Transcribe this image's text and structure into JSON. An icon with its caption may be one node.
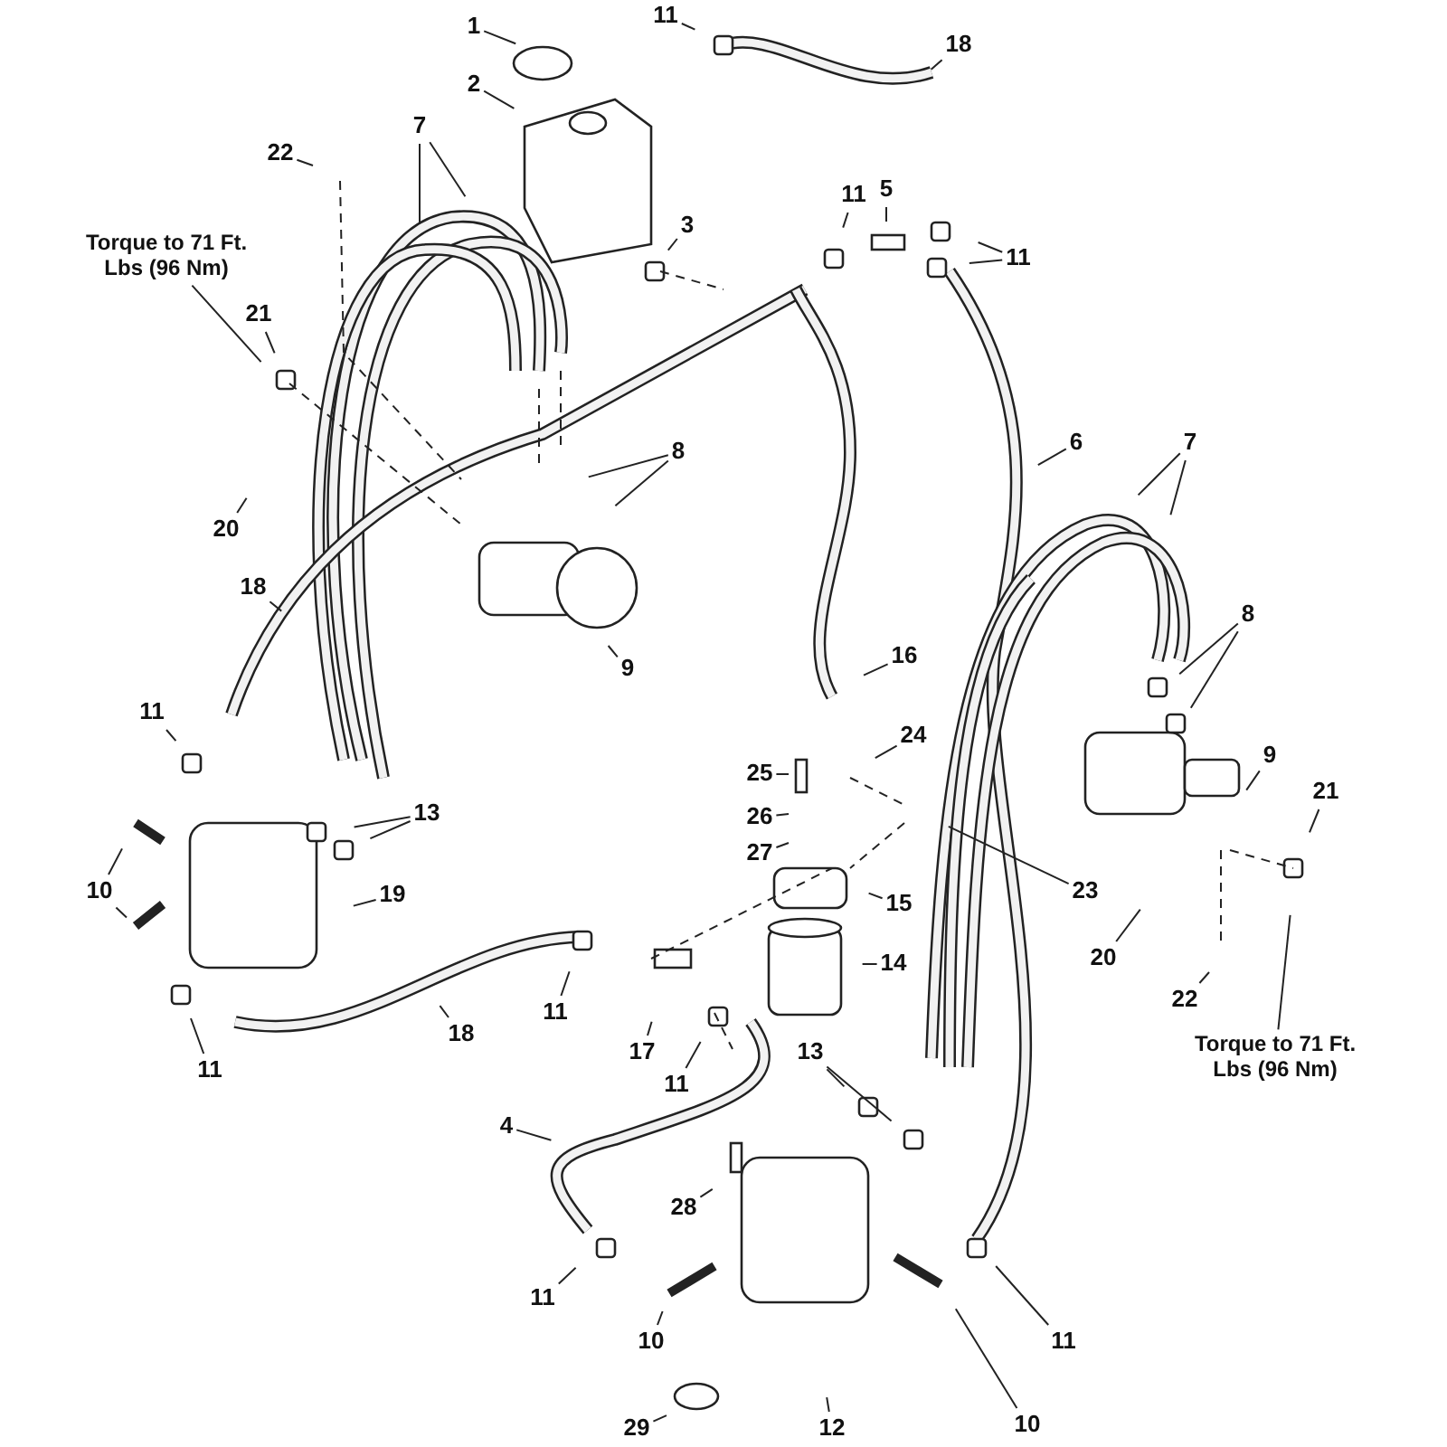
{
  "diagram": {
    "nodes": [
      {
        "text": [
          "1"
        ]
      },
      {
        "text": [
          "2"
        ]
      },
      {
        "text": [
          "22"
        ]
      },
      {
        "text": [
          "7"
        ]
      },
      {
        "text": [
          "11"
        ]
      },
      {
        "text": [
          "18"
        ]
      },
      {
        "text": [
          "5"
        ]
      },
      {
        "text": [
          "11"
        ]
      },
      {
        "text": [
          "11"
        ]
      },
      {
        "text": [
          "3"
        ]
      },
      {
        "text": [
          "Torque to 71 Ft. Lbs (96 Nm)"
        ]
      },
      {
        "text": [
          "21"
        ]
      },
      {
        "text": [
          "20"
        ]
      },
      {
        "text": [
          "8"
        ]
      },
      {
        "text": [
          "6"
        ]
      },
      {
        "text": [
          "18"
        ]
      },
      {
        "text": [
          "9"
        ]
      },
      {
        "text": [
          "7"
        ]
      },
      {
        "text": [
          "16"
        ]
      },
      {
        "text": [
          "8"
        ]
      },
      {
        "text": [
          "11"
        ]
      },
      {
        "text": [
          "25"
        ]
      },
      {
        "text": [
          "24"
        ]
      },
      {
        "text": [
          "9"
        ]
      },
      {
        "text": [
          "21"
        ]
      },
      {
        "text": [
          "26"
        ]
      },
      {
        "text": [
          "13"
        ]
      },
      {
        "text": [
          "27"
        ]
      },
      {
        "text": [
          "23"
        ]
      },
      {
        "text": [
          "10"
        ]
      },
      {
        "text": [
          "19"
        ]
      },
      {
        "text": [
          "15"
        ]
      },
      {
        "text": [
          "14"
        ]
      },
      {
        "text": [
          "20"
        ]
      },
      {
        "text": [
          "11"
        ]
      },
      {
        "text": [
          "18"
        ]
      },
      {
        "text": [
          "11"
        ]
      },
      {
        "text": [
          "17"
        ]
      },
      {
        "text": [
          "11"
        ]
      },
      {
        "text": [
          "22"
        ]
      },
      {
        "text": [
          "Torque to 71 Ft. Lbs (96 Nm)"
        ]
      },
      {
        "text": [
          "13"
        ]
      },
      {
        "text": [
          "4"
        ]
      },
      {
        "text": [
          "28"
        ]
      },
      {
        "text": [
          "11"
        ]
      },
      {
        "text": [
          "10"
        ]
      },
      {
        "text": [
          "11"
        ]
      },
      {
        "text": [
          "29"
        ]
      },
      {
        "text": [
          "12"
        ]
      },
      {
        "text": [
          "10"
        ]
      }
    ],
    "edges": [
      {
        "from": 0,
        "to": null,
        "arrow": "none"
      },
      {
        "from": 1,
        "to": null,
        "arrow": "none"
      },
      {
        "from": 2,
        "to": null,
        "arrow": "none"
      },
      {
        "from": 3,
        "to": null,
        "arrow": "none"
      },
      {
        "from": 3,
        "to": null,
        "arrow": "none"
      },
      {
        "from": 4,
        "to": null,
        "arrow": "none"
      },
      {
        "from": 5,
        "to": null,
        "arrow": "none"
      },
      {
        "from": 6,
        "to": null,
        "arrow": "none"
      },
      {
        "from": 7,
        "to": null,
        "arrow": "none"
      },
      {
        "from": 8,
        "to": null,
        "arrow": "none"
      },
      {
        "from": 8,
        "to": null,
        "arrow": "none"
      },
      {
        "from": 9,
        "to": null,
        "arrow": "none"
      },
      {
        "from": 10,
        "to": null,
        "arrow": "none"
      },
      {
        "from": 11,
        "to": null,
        "arrow": "none"
      },
      {
        "from": 12,
        "to": null,
        "arrow": "none"
      },
      {
        "from": 13,
        "to": null,
        "arrow": "none"
      },
      {
        "from": 13,
        "to": null,
        "arrow": "none"
      },
      {
        "from": 14,
        "to": null,
        "arrow": "none"
      },
      {
        "from": 15,
        "to": null,
        "arrow": "none"
      },
      {
        "from": 16,
        "to": null,
        "arrow": "none"
      },
      {
        "from": 17,
        "to": null,
        "arrow": "none"
      },
      {
        "from": 17,
        "to": null,
        "arrow": "none"
      },
      {
        "from": 18,
        "to": null,
        "arrow": "none"
      },
      {
        "from": 19,
        "to": null,
        "arrow": "none"
      },
      {
        "from": 19,
        "to": null,
        "arrow": "none"
      },
      {
        "from": 20,
        "to": null,
        "arrow": "none"
      },
      {
        "from": 21,
        "to": null,
        "arrow": "none"
      },
      {
        "from": 22,
        "to": null,
        "arrow": "none"
      },
      {
        "from": 23,
        "to": null,
        "arrow": "none"
      },
      {
        "from": 24,
        "to": null,
        "arrow": "none"
      },
      {
        "from": 25,
        "to": null,
        "arrow": "none"
      },
      {
        "from": 26,
        "to": null,
        "arrow": "none"
      },
      {
        "from": 26,
        "to": null,
        "arrow": "none"
      },
      {
        "from": 27,
        "to": null,
        "arrow": "none"
      },
      {
        "from": 28,
        "to": null,
        "arrow": "none"
      },
      {
        "from": 29,
        "to": null,
        "arrow": "none"
      },
      {
        "from": 29,
        "to": null,
        "arrow": "none"
      },
      {
        "from": 30,
        "to": null,
        "arrow": "none"
      },
      {
        "from": 31,
        "to": null,
        "arrow": "none"
      },
      {
        "from": 32,
        "to": null,
        "arrow": "none"
      },
      {
        "from": 33,
        "to": null,
        "arrow": "none"
      },
      {
        "from": 34,
        "to": null,
        "arrow": "none"
      },
      {
        "from": 35,
        "to": null,
        "arrow": "none"
      },
      {
        "from": 36,
        "to": null,
        "arrow": "none"
      },
      {
        "from": 37,
        "to": null,
        "arrow": "none"
      },
      {
        "from": 38,
        "to": null,
        "arrow": "none"
      },
      {
        "from": 39,
        "to": null,
        "arrow": "none"
      },
      {
        "from": 40,
        "to": null,
        "arrow": "none"
      },
      {
        "from": 41,
        "to": null,
        "arrow": "none"
      },
      {
        "from": 41,
        "to": null,
        "arrow": "none"
      },
      {
        "from": 42,
        "to": null,
        "arrow": "none"
      },
      {
        "from": 43,
        "to": null,
        "arrow": "none"
      },
      {
        "from": 44,
        "to": null,
        "arrow": "none"
      },
      {
        "from": 45,
        "to": null,
        "arrow": "none"
      },
      {
        "from": 46,
        "to": null,
        "arrow": "none"
      },
      {
        "from": 47,
        "to": null,
        "arrow": "none"
      },
      {
        "from": 48,
        "to": null,
        "arrow": "none"
      },
      {
        "from": 49,
        "to": null,
        "arrow": "none"
      }
    ]
  }
}
